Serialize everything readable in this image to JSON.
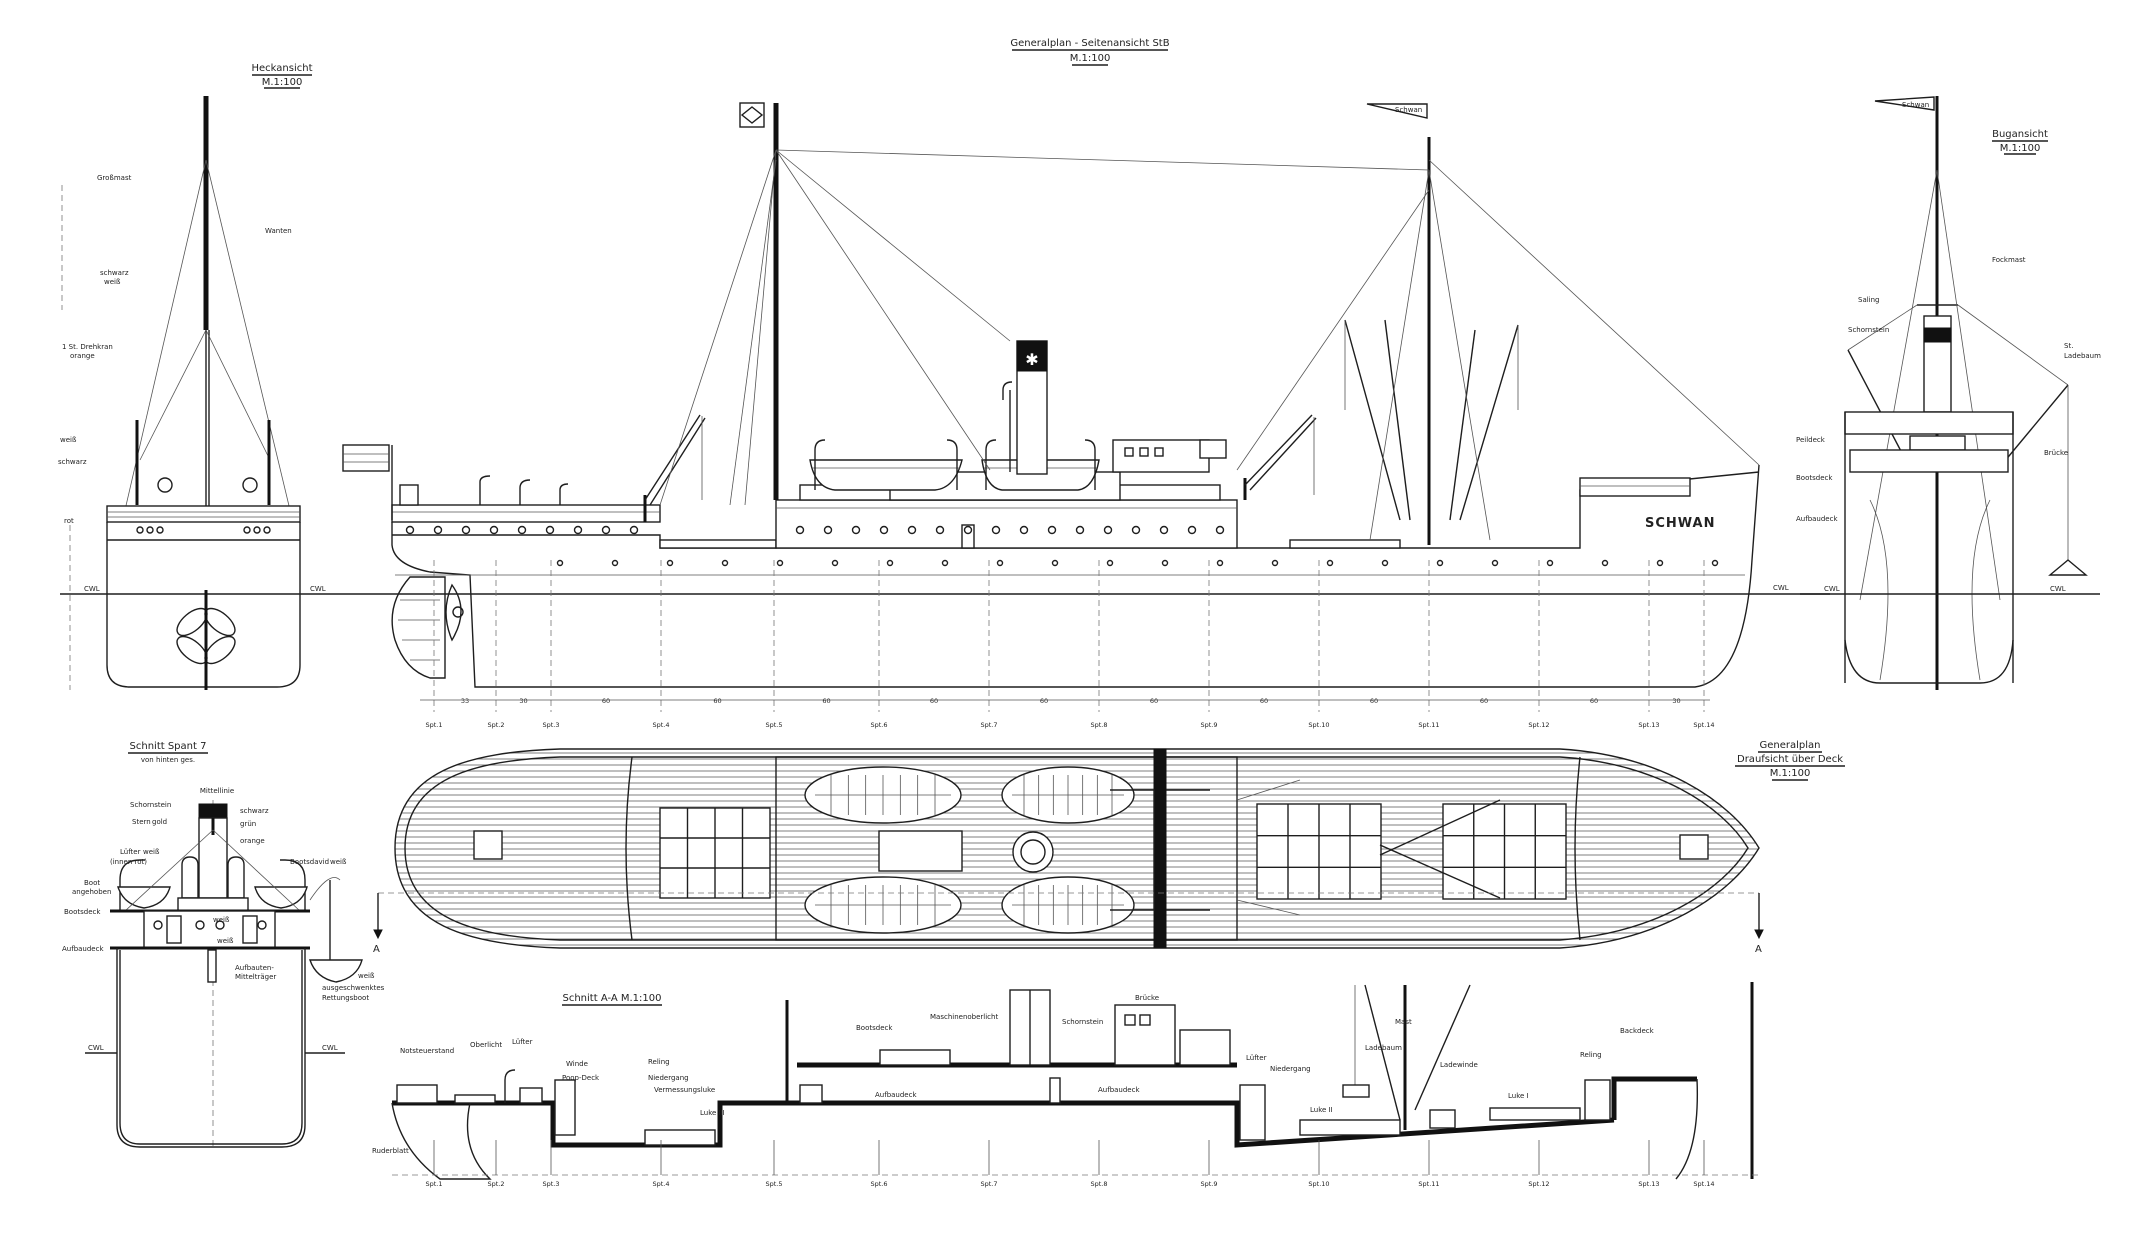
{
  "side_view": {
    "title": "Generalplan - Seitenansicht StB",
    "scale": "M.1:100",
    "ship_name": "SCHWAN",
    "pennant": "Schwan",
    "cwl_left": "CWL",
    "cwl_right": "CWL"
  },
  "dimensions": [
    "33",
    "30",
    "60",
    "60",
    "60",
    "60",
    "60",
    "60",
    "60",
    "60",
    "60",
    "60",
    "30"
  ],
  "frames": [
    "Spt.1",
    "Spt.2",
    "Spt.3",
    "Spt.4",
    "Spt.5",
    "Spt.6",
    "Spt.7",
    "Spt.8",
    "Spt.9",
    "Spt.10",
    "Spt.11",
    "Spt.12",
    "Spt.13",
    "Spt.14"
  ],
  "stern_view": {
    "title": "Heckansicht",
    "scale": "M.1:100",
    "labels": {
      "mainmast": "Großmast",
      "shrouds": "Wanten",
      "black": "schwarz",
      "white": "weiß",
      "crane": "1 St. Drehkran",
      "orange": "orange",
      "hull_white": "weiß",
      "hull_black": "schwarz",
      "hull_red": "rot",
      "cwl_left": "CWL",
      "cwl_right": "CWL"
    }
  },
  "bow_view": {
    "title": "Bugansicht",
    "scale": "M.1:100",
    "pennant": "Schwan",
    "labels": {
      "foremast": "Fockmast",
      "crosstree": "Saling",
      "funnel": "Schornstein",
      "boom_1": "St.",
      "boom_2": "Ladebaum",
      "compass_deck": "Peildeck",
      "bridge": "Brücke",
      "boat_deck": "Bootsdeck",
      "superstructure_deck": "Aufbaudeck",
      "cwl_left": "CWL",
      "cwl_right": "CWL"
    }
  },
  "plan_view": {
    "title_1": "Generalplan",
    "title_2": "Draufsicht über Deck",
    "scale": "M.1:100",
    "section_mark_left": "A",
    "section_mark_right": "A"
  },
  "frame_section": {
    "title": "Schnitt Spant 7",
    "subtitle": "von hinten ges.",
    "labels": {
      "centerline": "Mittellinie",
      "funnel": "Schornstein",
      "star": "Stern",
      "gold": "gold",
      "black": "schwarz",
      "green": "grün",
      "orange": "orange",
      "vent": "Lüfter",
      "vent_white": "weiß",
      "vent_inside": "(innen rot)",
      "davit": "Bootsdavid",
      "davit_white": "weiß",
      "boat_raised_1": "Boot",
      "boat_raised_2": "angehoben",
      "boat_deck": "Bootsdeck",
      "house_white_1": "weiß",
      "house_white_2": "weiß",
      "superstructure_deck": "Aufbaudeck",
      "girder_1": "Aufbauten-",
      "girder_2": "Mittelträger",
      "boat_white": "weiß",
      "lifeboat_1": "ausgeschwenktes",
      "lifeboat_2": "Rettungsboot",
      "cwl_left": "CWL",
      "cwl_right": "CWL"
    }
  },
  "section_aa": {
    "title": "Schnitt A-A  M.1:100",
    "labels": {
      "emergency_steering": "Notsteuerstand",
      "skylight": "Oberlicht",
      "vent_aft": "Lüfter",
      "winch": "Winde",
      "poop_deck": "Poop-Deck",
      "railing_aft": "Reling",
      "companionway_aft": "Niedergang",
      "tonnage_hatch": "Vermessungsluke",
      "hatch_3": "Luke III",
      "rudder": "Ruderblatt",
      "boat_deck": "Bootsdeck",
      "engine_skylight": "Maschinenoberlicht",
      "funnel": "Schornstein",
      "bridge": "Brücke",
      "superstructure_deck_1": "Aufbaudeck",
      "superstructure_deck_2": "Aufbaudeck",
      "vent_fwd": "Lüfter",
      "companionway_fwd": "Niedergang",
      "hatch_2": "Luke II",
      "derrick": "Ladebaum",
      "mast": "Mast",
      "cargo_winch": "Ladewinde",
      "hatch_1": "Luke I",
      "railing_fwd": "Reling",
      "forecastle": "Backdeck"
    }
  }
}
